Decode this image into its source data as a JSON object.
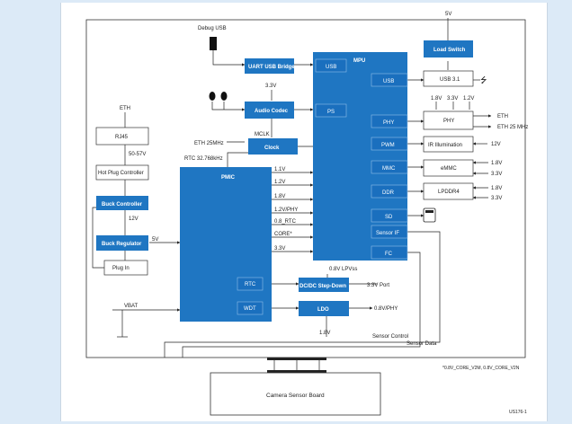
{
  "colors": {
    "block": "#1f76c2",
    "sub": "#1a6fbe",
    "line": "#222222",
    "bg": "#dceaf7"
  },
  "labels": {
    "debug_usb": "Debug USB",
    "uart": "UART USB Bridge",
    "v33": "3.3V",
    "audio": "Audio Codec",
    "mclk": "MCLK",
    "eth25": "ETH 25MHz",
    "clock": "Clock",
    "rtc_clk": "RTC 32.768kHz",
    "eth": "ETH",
    "rj45": "RJ45",
    "v50_57": "50-57V",
    "hotplug": "Hot Plug Controller",
    "buck_ctrl": "Buck Controller",
    "v12": "12V",
    "buck_reg": "Buck Regulator",
    "v5": "5V",
    "plugin": "Plug In",
    "vbat": "VBAT",
    "pmic": "PMIC",
    "rails": [
      "1.1V",
      "1.2V",
      "1.8V",
      "1.2V/PHY",
      "0.8_RTC",
      "CORE*",
      "3.3V"
    ],
    "rtc": "RTC",
    "wdt": "WDT",
    "mpu": "MPU",
    "usb": "USB",
    "ps": "PS",
    "usb_r": "USB",
    "phy_r": "PHY",
    "pwm": "PWM",
    "mmc": "MMC",
    "ddr": "DDR",
    "sd": "SD",
    "sensor_if": "Sensor IF",
    "fc": "FC",
    "v5_top": "5V",
    "load_switch": "Load Switch",
    "usb31": "USB 3.1",
    "phy_v1": "1.8V",
    "phy_v2": "3.3V",
    "phy_v3": "1.2V",
    "phy_box": "PHY",
    "eth_out": "ETH",
    "eth25_out": "ETH 25 MHz",
    "ir": "IR Illumination",
    "ir_12": "12V",
    "emmc": "eMMC",
    "emmc_v1": "1.8V",
    "emmc_v2": "3.3V",
    "lpddr": "LPDDR4",
    "lpddr_v1": "1.8V",
    "lpddr_v2": "3.3V",
    "dcdc": "DC/DC Step-Down",
    "v08_lpvss": "0.8V LPVss",
    "v33_port": "3.3V Port",
    "ldo": "LDO",
    "v08_phy": "0.8V/PHY",
    "v18": "1.8V",
    "sensor_control": "Sensor Control",
    "sensor_data": "Sensor Data",
    "footnote": "*0.8V_CORE_V2M, 0.8V_CORE_V2N",
    "camera": "Camera Sensor Board",
    "fig_id": "US176-1"
  }
}
